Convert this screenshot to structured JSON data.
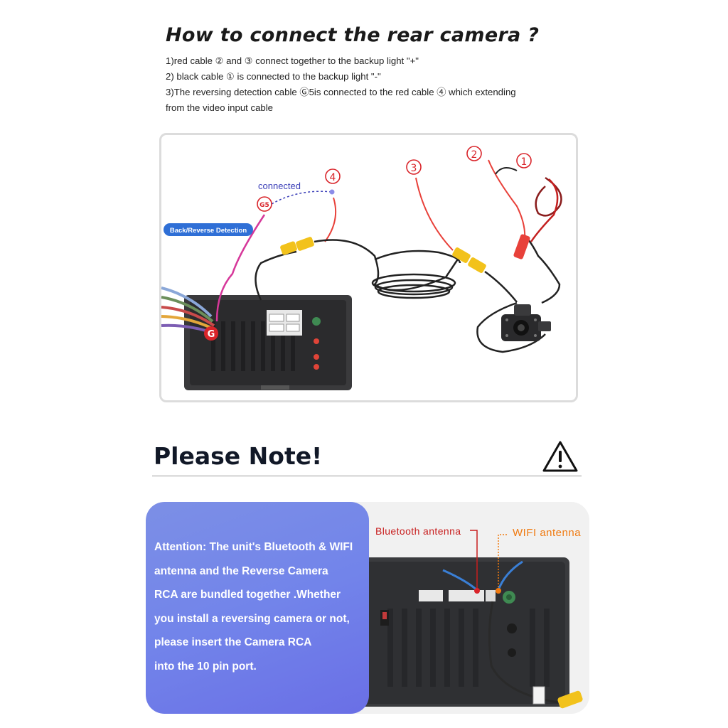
{
  "header": {
    "title": "How to connect the rear camera ?",
    "steps": [
      "1)red cable ② and ③ connect together to the backup light \"+\"",
      "2) black cable ① is connected to the backup light \"-\"",
      "3)The reversing detection cable Ⓖ5is connected to the red cable ④ which extending",
      "from the video input cable"
    ]
  },
  "diagram": {
    "connected_label": "connected",
    "detection_badge": "Back/Reverse Detection",
    "markers": {
      "one": "1",
      "two": "2",
      "three": "3",
      "four": "4",
      "g5": "G5",
      "g": "G"
    },
    "colors": {
      "marker_red": "#d9242a",
      "connected_blue": "#3b3fb8",
      "badge_blue": "#2f6fd6",
      "wire_red": "#e8413a",
      "wire_pink": "#d6389a",
      "rca_yellow": "#f2c21b"
    }
  },
  "note": {
    "title": "Please Note!",
    "icon": "warning-triangle-icon"
  },
  "attention": {
    "lines": [
      "Attention: The unit's Bluetooth & WIFI",
      "antenna and the Reverse Camera",
      "RCA are bundled together .Whether",
      "you install a reversing camera or not,",
      "please insert the Camera RCA",
      "into the 10 pin port."
    ],
    "bluetooth_label": "Bluetooth antenna",
    "wifi_label": "WIFI antenna",
    "colors": {
      "card_blue": "#7284ea",
      "bluetooth_red": "#c81e1e",
      "wifi_orange": "#f07a10"
    }
  }
}
